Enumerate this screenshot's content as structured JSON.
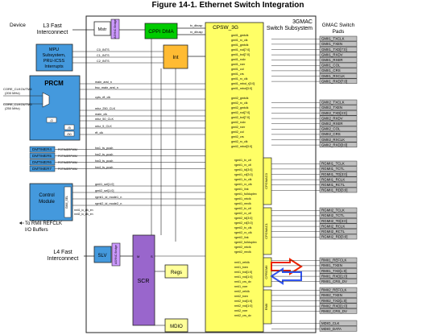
{
  "figure_title": "Figure 14-1. Ethernet Switch Integration",
  "left": {
    "device": "Device",
    "l3_line1": "L3 Fast",
    "l3_line2": "Interconnect",
    "mpu_line1": "MPU",
    "mpu_line2": "Subsystem,",
    "mpu_line3": "PRU-ICSS",
    "mpu_line4": "Interrupts",
    "prcm": "PRCM",
    "core_clk1": "CORE_CLKOUTM4",
    "core_clk1_freq": "(200 MHz)",
    "core_clk2": "CORE_CLKOUTM5",
    "core_clk2_freq": "(250 MHz)",
    "div2": "/2",
    "div5": "/5",
    "div50": "/50",
    "dmtimers": [
      "DMTIMER4",
      "DMTIMER5",
      "DMTIMER6",
      "DMTIMER7"
    ],
    "control_module_line1": "Control",
    "control_module_line2": "Module",
    "gmii_sel": "GMII_SEL",
    "refclk_line1": "To RMII REFCLK",
    "refclk_line2": "I/O Buffers",
    "l4_line1": "L4 Fast",
    "l4_line2": "Interconnect"
  },
  "blocks": {
    "mstr": "Mstr",
    "async_bridge_a": "ASYNC Bridge",
    "async_bridge_b": "ASYNC Bridge",
    "cppi_dma": "CPPI DMA",
    "int": "Int",
    "cpsw": "CPSW_3G",
    "subsystem_line1": "3GMAC",
    "subsystem_line2": "Switch Subsystem",
    "slv": "SLV",
    "scr": "SCR",
    "scr_m": "M",
    "scr_s": "S",
    "regs": "Regs",
    "mdio": "MDIO",
    "cpgmac0": "CPGMAC0",
    "cpgmac1": "CPGMAC1",
    "cprgmii": "CPRGMII",
    "rmii": "RMII"
  },
  "signals": {
    "cppi": [
      "tx_dbusp",
      "rx_dbusp"
    ],
    "ints": [
      "C0_INTS",
      "C1_INTS",
      "C2_INTS"
    ],
    "prcm_out": [
      "main_arst_n",
      "bsc_main_arst_n",
      "cpts_rft_clk",
      "mhz_250_CLK",
      "main_clk",
      "mhz_50_CLK",
      "mhz_5_CLK",
      "rft_clk"
    ],
    "timer_in": [
      "POTIMERPWM",
      "POTIMERPWM",
      "POTIMERPWM",
      "POTIMERPWM"
    ],
    "timer_out": [
      "hw1_ts_push",
      "hw2_ts_push",
      "hw3_ts_push",
      "hw4_ts_push"
    ],
    "ctrl_out": [
      "gmii1_sel[1:0]",
      "gmii2_sel[1:0]",
      "rgmii1_id_mode1_n",
      "rgmii2_id_mode2_n"
    ],
    "ctrl_in": [
      "rmii1_io_clk_en",
      "rmii2_io_clk_en"
    ],
    "gmii1": [
      "gmii1_gmtclk",
      "gmii1_rx_clk",
      "gmii1_gmtclk",
      "gmii1_rxd[7:0]",
      "gmii1_txd[7:0]",
      "gmii1_rxdv",
      "gmii1_rxer",
      "gmii1_col",
      "gmii1_crs",
      "gmii1_rx_clk",
      "gmii1_mtxd_r[3:0]",
      "gmii1_mtxd[3:0]"
    ],
    "gmii2": [
      "gmii2_gmtclk",
      "gmii2_rx_clk",
      "gmii2_gmtclk",
      "gmii2_rxd[7:0]",
      "gmii2_txd[7:0]",
      "gmii2_rxdv",
      "gmii2_rxer",
      "gmii2_col",
      "gmii2_crs",
      "gmii2_rx_clk",
      "gmii2_mtxd[3:0]"
    ],
    "rgmii": [
      "rgmii1_tx_ctl",
      "rgmii1_rx_ctl",
      "rgmii1_td[3:0]",
      "rgmii1_rd[3:0]",
      "rgmii1_tx_clk",
      "rgmii1_rx_clk",
      "rgmii1_link",
      "rgmii1_fullduplex",
      "rgmii1_mtclk",
      "rgmii1_mrclk",
      "rgmii2_tx_ctl",
      "rgmii2_rx_ctl",
      "rgmii2_td[3:0]",
      "rgmii2_rd[3:0]",
      "rgmii2_tx_clk",
      "rgmii2_rx_clk",
      "rgmii2_link",
      "rgmii2_fullduplex",
      "rgmii2_mtclk",
      "rgmii2_mrclk"
    ],
    "rmii": [
      "rmii1_refclk",
      "rmii1_txen",
      "rmii1_txd[1:0]",
      "rmii1_rxd[1:0]",
      "rmii1_crs_dv",
      "rmii1_rxer",
      "rmii2_refclk",
      "rmii2_txen",
      "rmii2_txd[1:0]",
      "rmii2_rxd[1:0]",
      "rmii2_rxer",
      "rmii2_crs_dv"
    ]
  },
  "pads": {
    "header_line1": "GMAC Switch",
    "header_line2": "Pads",
    "gmii1": [
      "GMII1_TXCLK",
      "GMII1_TXEN",
      "GMII1_TXD[7:0]",
      "GMII1_RXDV",
      "GMII1_RXER",
      "GMII1_COL",
      "GMII1_CRS",
      "GMII1_RXCLK",
      "GMII1_RXD[7:0]"
    ],
    "gmii2": [
      "GMII2_TXCLK",
      "GMII2_TXEN",
      "GMII2_TXD[3:0]",
      "GMII2_RXDV",
      "GMII2_RXER",
      "GMII2_COL",
      "GMII2_CRS",
      "GMII2_RXCLK",
      "GMII2_RXD[3:0]"
    ],
    "rgmii1": [
      "RGMII1_TCLK",
      "RGMII1_TCTL",
      "RGMII1_TD[3:0]",
      "RGMII1_RCLK",
      "RGMII1_RCTL",
      "RGMII1_RD[3:0]"
    ],
    "rgmii2": [
      "RGMII2_TCLK",
      "RGMII2_TCTL",
      "RGMII2_TD[3:0]",
      "RGMII2_RCLK",
      "RGMII2_RCTL",
      "RGMII2_RD[3:0]"
    ],
    "rmii1": [
      "RMII1_REFCLK",
      "RMII1_TXEN",
      "RMII1_TXD[1:0]",
      "RMII1_RXD[1:0]",
      "RMII1_CRS_DV"
    ],
    "rmii2": [
      "RMII2_REFCLK",
      "RMII2_TXEN",
      "RMII2_TXD[1:0]",
      "RMII2_RXD[1:0]",
      "RMII2_CRS_DV"
    ],
    "mdio": [
      "MDIO_CLK",
      "MDIO_DATA"
    ]
  },
  "colors": {
    "cppi_green": "#00cc00",
    "int_orange": "#ffbb33",
    "cpsw_yellow": "#ffff66",
    "scr_purple": "#9966cc",
    "bridge_purple": "#cc99ff",
    "left_blue": "#4499dd",
    "pad_gray": "#c0c0c0",
    "highlight_red": "#ee2200",
    "highlight_blue": "#3355ee"
  }
}
